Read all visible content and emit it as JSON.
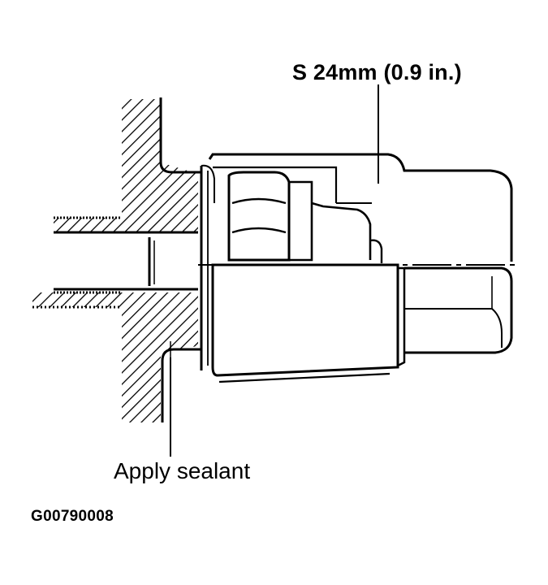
{
  "labels": {
    "socket_size": "S 24mm (0.9 in.)",
    "sealant": "Apply sealant",
    "figure_id": "G00790008"
  },
  "colors": {
    "ink": "#000000",
    "background": "#ffffff"
  }
}
